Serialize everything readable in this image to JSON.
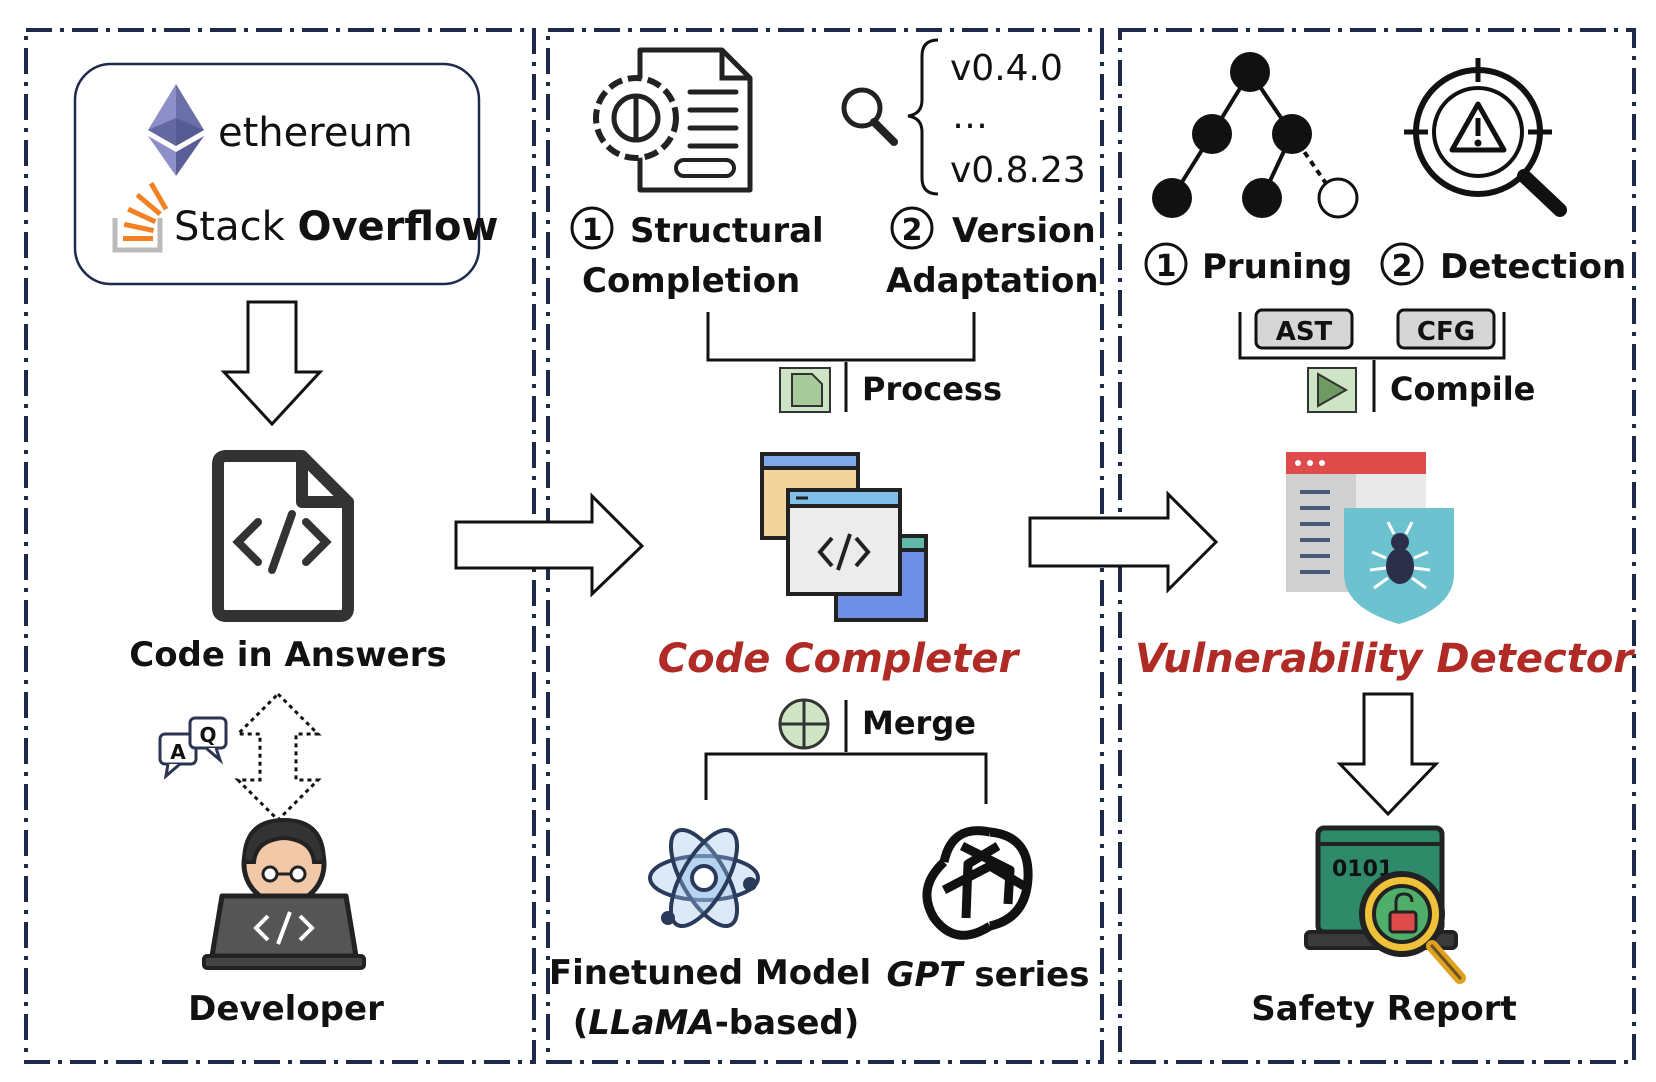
{
  "sources": {
    "ethereum": "ethereum",
    "stack_overflow_prefix": "Stack ",
    "stack_overflow_bold": "Overflow"
  },
  "left_panel": {
    "code_label": "Code in Answers",
    "qa_a": "A",
    "qa_q": "Q",
    "developer_label": "Developer"
  },
  "middle_panel": {
    "step1_num": "1",
    "step1_line1": "Structural",
    "step1_line2": "Completion",
    "step2_num": "2",
    "step2_line1": "Version",
    "step2_line2": "Adaptation",
    "version_first": "v0.4.0",
    "version_dots": "…",
    "version_last": "v0.8.23",
    "process_label": "Process",
    "title": "Code Completer",
    "merge_label": "Merge",
    "model1_line1": "Finetuned Model",
    "model1_line2_italic": "LLaMA",
    "model1_line2_rest": "-based)",
    "model1_line2_open": "(",
    "model2_italic": "GPT",
    "model2_rest": " series"
  },
  "right_panel": {
    "step1_num": "1",
    "step1_label": "Pruning",
    "step2_num": "2",
    "step2_label": "Detection",
    "ast_label": "AST",
    "cfg_label": "CFG",
    "compile_label": "Compile",
    "title": "Vulnerability Detector",
    "report_label": "Safety Report",
    "binary_text": "0101"
  },
  "colors": {
    "accent_red": "#b02a26",
    "dash_border": "#1d2a4a",
    "eth_purple": "#6a6fa8",
    "so_orange": "#f48024",
    "shield_teal": "#6cc3cf"
  }
}
